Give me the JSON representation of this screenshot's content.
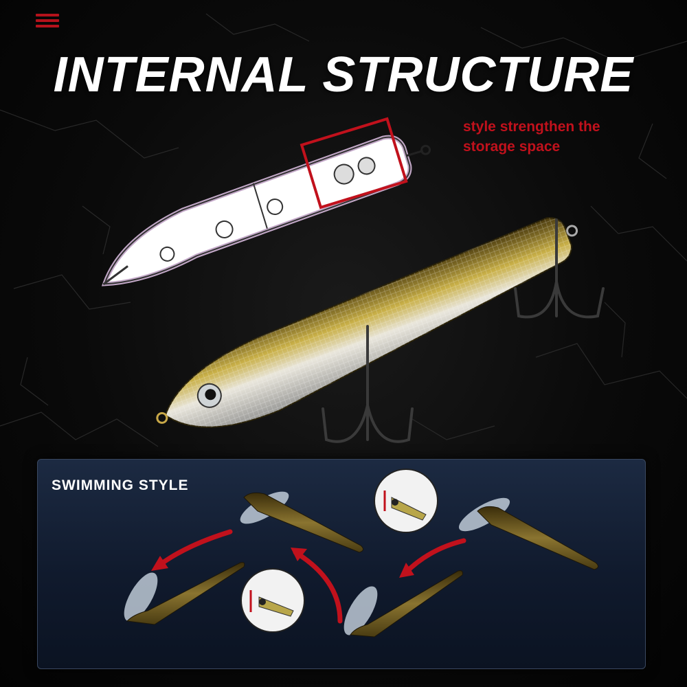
{
  "header": {
    "menu_icon": "hamburger-menu-icon",
    "title": "INTERNAL STRUCTURE"
  },
  "callout": {
    "line1": "style strengthen the",
    "line2": "storage space",
    "color": "#c1111c"
  },
  "swimming": {
    "label": "SWIMMING STYLE"
  },
  "colors": {
    "background": "#050505",
    "accent_red": "#b4121b",
    "panel": "#16223a"
  }
}
